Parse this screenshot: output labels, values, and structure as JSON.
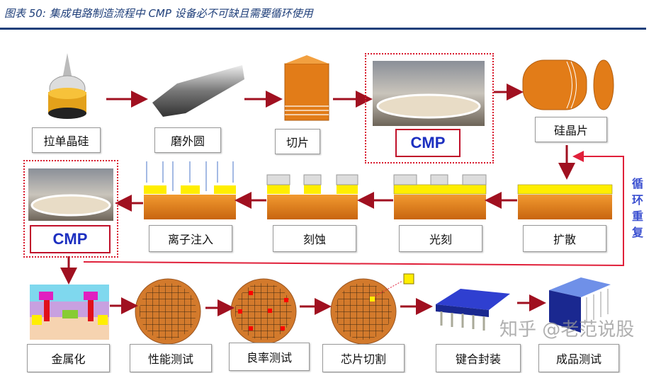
{
  "title": "图表 50:  集成电路制造流程中 CMP 设备必不可缺且需要循环使用",
  "steps": {
    "s1": "拉单晶硅",
    "s2": "磨外圆",
    "s3": "切片",
    "cmp1": "CMP",
    "s4": "硅晶片",
    "s5": "扩散",
    "s6": "光刻",
    "s7": "刻蚀",
    "s8": "离子注入",
    "cmp2": "CMP",
    "s9": "金属化",
    "s10": "性能测试",
    "s11": "良率测试",
    "s12": "芯片切割",
    "s13": "键合封装",
    "s14": "成品测试"
  },
  "loop_label": "循环重复",
  "watermark": "知乎 @老范说股",
  "colors": {
    "arrow": "#a01020",
    "loop_line": "#e0203a",
    "wafer": "#e07b1a",
    "layer": "#ffee00",
    "title": "#1f3f7a",
    "loop_text": "#3a4fd0"
  }
}
